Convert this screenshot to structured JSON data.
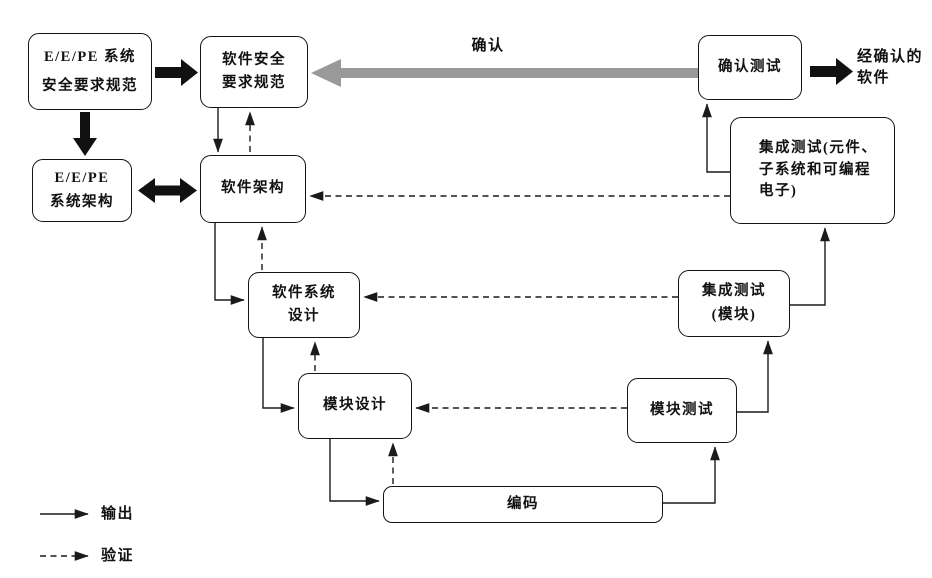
{
  "diagram": {
    "nodes": {
      "ee_pe_srs": {
        "lines": [
          "E/E/PE 系统",
          "安全要求规范"
        ]
      },
      "ee_pe_arch": {
        "lines": [
          "E/E/PE",
          "系统架构"
        ]
      },
      "sw_srs": {
        "lines": [
          "软件安全",
          "要求规范"
        ]
      },
      "sw_arch": {
        "lines": [
          "软件架构"
        ]
      },
      "sw_sys_design": {
        "lines": [
          "软件系统",
          "设计"
        ]
      },
      "module_design": {
        "lines": [
          "模块设计"
        ]
      },
      "coding": {
        "lines": [
          "编码"
        ]
      },
      "module_test": {
        "lines": [
          "模块测试"
        ]
      },
      "integration_test_module": {
        "lines": [
          "集成测试",
          "(模块)"
        ]
      },
      "integration_test_pe": {
        "lines": [
          "集成测试(元件、",
          "子系统和可编程",
          "电子)"
        ]
      },
      "validation_test": {
        "lines": [
          "确认测试"
        ]
      }
    },
    "annotations": {
      "validation_arrow_label": "确认",
      "validated_software": {
        "lines": [
          "经确认的",
          "软件"
        ]
      }
    },
    "legend": {
      "output": "输出",
      "verification": "验证"
    },
    "colors": {
      "line": "#1a1a1a",
      "validation_arrow": "#999999",
      "background": "#ffffff"
    }
  }
}
